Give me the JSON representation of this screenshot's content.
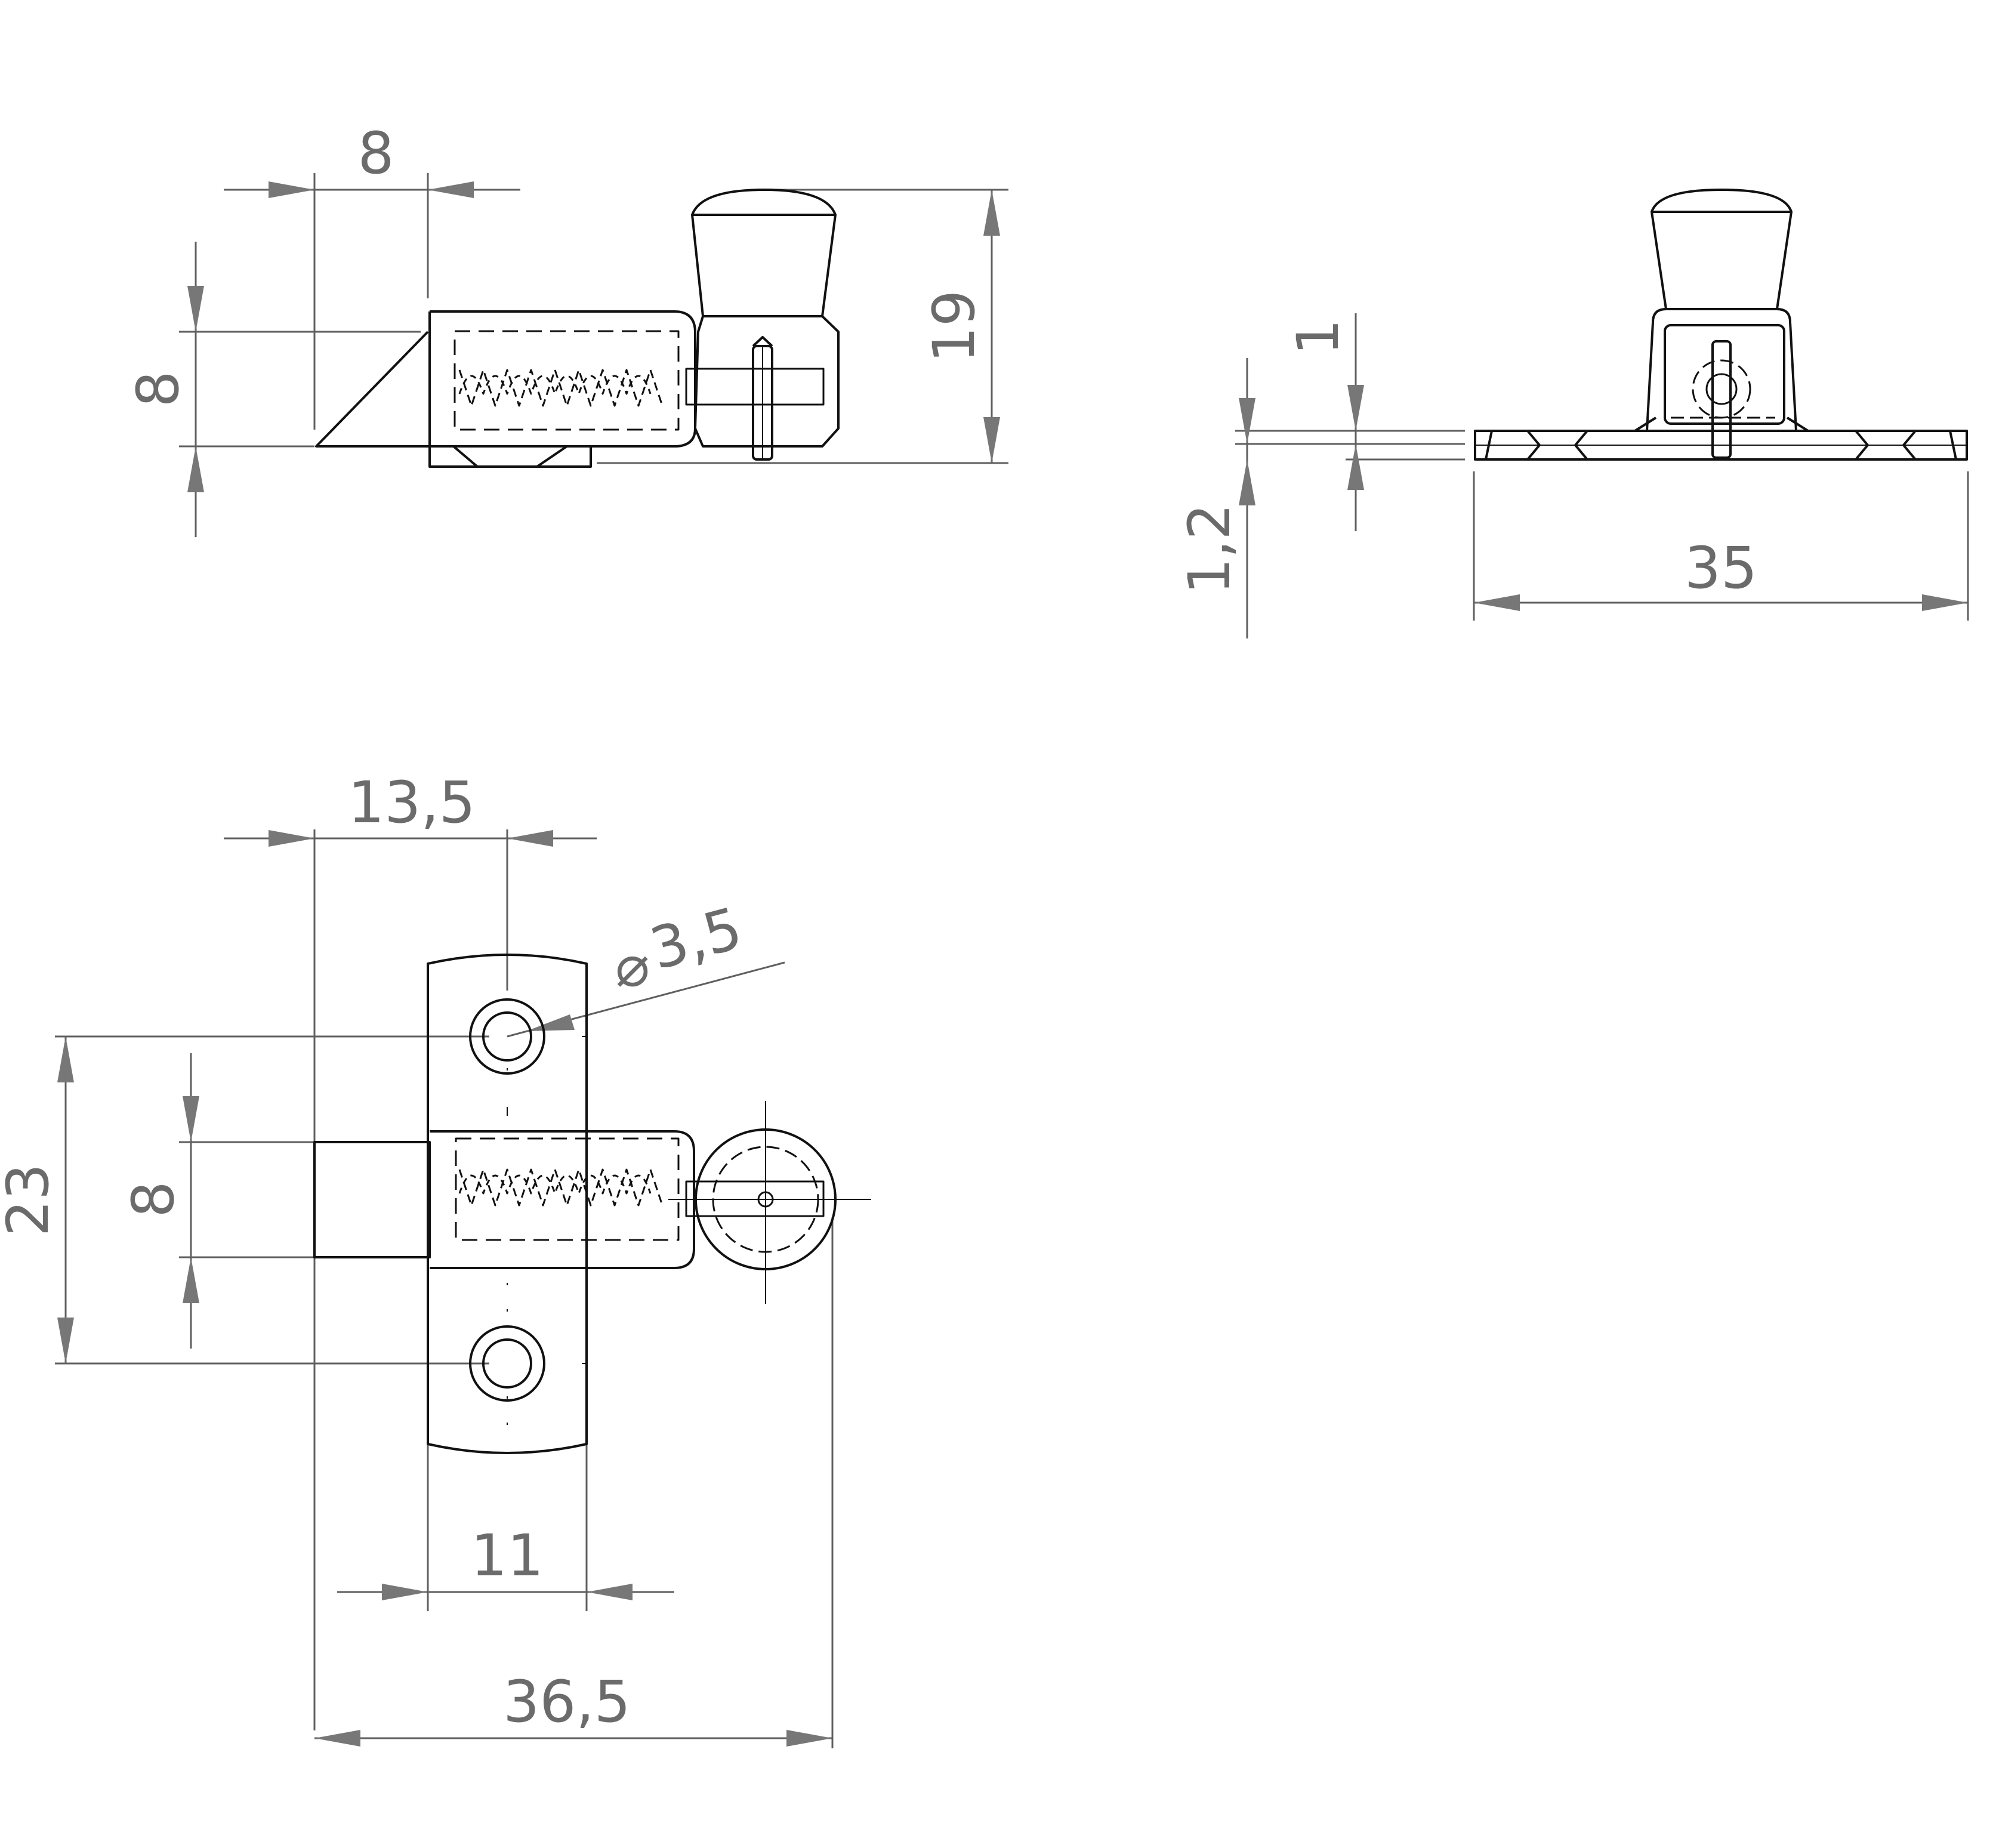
{
  "colors": {
    "part_line": "#111111",
    "dimension_line": "#5f5f5f",
    "dimension_text": "#6b6b6b",
    "background": "#ffffff"
  },
  "dimensions": {
    "side_view": {
      "width_8": "8",
      "height_8": "8",
      "height_19": "19"
    },
    "end_view": {
      "height_1": "1",
      "thickness_1_2": "1,2",
      "width_35": "35"
    },
    "top_view": {
      "offset_13_5": "13,5",
      "hole_diameter": "3,5",
      "diameter_symbol": "⌀",
      "height_23": "23",
      "height_8": "8",
      "width_11": "11",
      "overall_36_5": "36,5"
    }
  }
}
